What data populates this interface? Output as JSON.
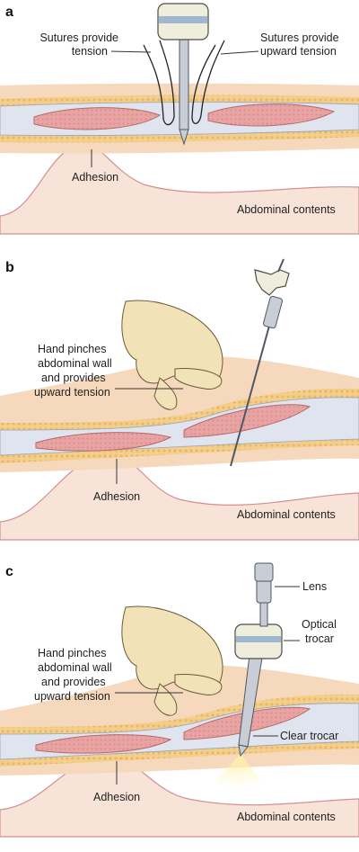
{
  "panels": {
    "a": {
      "letter": "a",
      "label_left_line1": "Sutures provide",
      "label_left_line2": "tension",
      "label_right_line1": "Sutures provide",
      "label_right_line2": "upward tension",
      "adhesion": "Adhesion",
      "contents": "Abdominal contents"
    },
    "b": {
      "letter": "b",
      "hand_line1": "Hand pinches",
      "hand_line2": "abdominal wall",
      "hand_line3": "and provides",
      "hand_line4": "upward tension",
      "adhesion": "Adhesion",
      "contents": "Abdominal contents"
    },
    "c": {
      "letter": "c",
      "hand_line1": "Hand pinches",
      "hand_line2": "abdominal wall",
      "hand_line3": "and provides",
      "hand_line4": "upward tension",
      "lens": "Lens",
      "optical_line1": "Optical",
      "optical_line2": "trocar",
      "clear_trocar": "Clear trocar",
      "adhesion": "Adhesion",
      "contents": "Abdominal contents"
    }
  }
}
